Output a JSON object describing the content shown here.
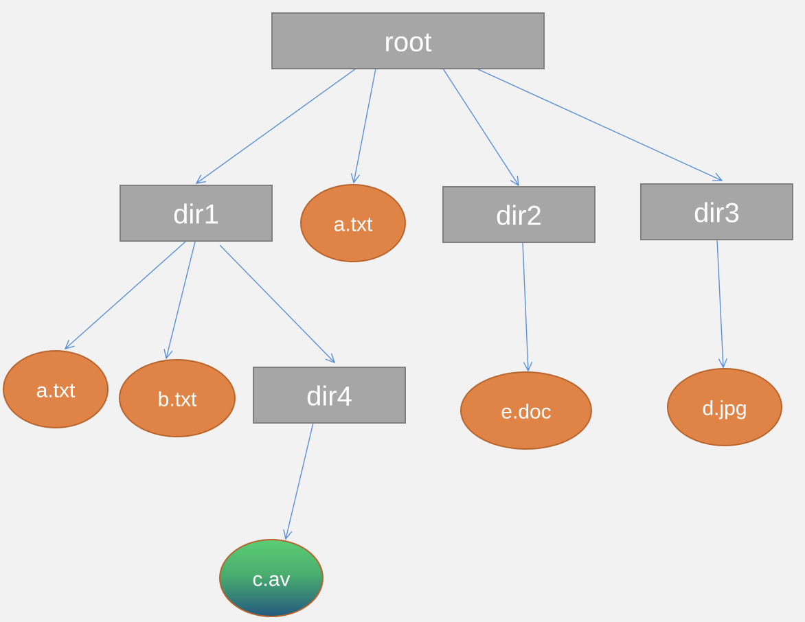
{
  "nodes": {
    "root": {
      "label": "root",
      "kind": "dir"
    },
    "dir1": {
      "label": "dir1",
      "kind": "dir"
    },
    "a_txt_root": {
      "label": "a.txt",
      "kind": "file"
    },
    "dir2": {
      "label": "dir2",
      "kind": "dir"
    },
    "dir3": {
      "label": "dir3",
      "kind": "dir"
    },
    "a_txt_dir1": {
      "label": "a.txt",
      "kind": "file"
    },
    "b_txt": {
      "label": "b.txt",
      "kind": "file"
    },
    "dir4": {
      "label": "dir4",
      "kind": "dir"
    },
    "e_doc": {
      "label": "e.doc",
      "kind": "file"
    },
    "d_jpg": {
      "label": "d.jpg",
      "kind": "file"
    },
    "c_av": {
      "label": "c.av",
      "kind": "file-special"
    }
  },
  "edges": [
    {
      "from": "root",
      "to": "dir1"
    },
    {
      "from": "root",
      "to": "a_txt_root"
    },
    {
      "from": "root",
      "to": "dir2"
    },
    {
      "from": "root",
      "to": "dir3"
    },
    {
      "from": "dir1",
      "to": "a_txt_dir1"
    },
    {
      "from": "dir1",
      "to": "b_txt"
    },
    {
      "from": "dir1",
      "to": "dir4"
    },
    {
      "from": "dir2",
      "to": "e_doc"
    },
    {
      "from": "dir3",
      "to": "d_jpg"
    },
    {
      "from": "dir4",
      "to": "c_av"
    }
  ],
  "colors": {
    "background": "#f2f2f2",
    "dir_fill": "#a6a6a6",
    "file_fill": "#df8446",
    "special_gradient_top": "#5ccd75",
    "special_gradient_bottom": "#245a80",
    "edge": "#5b8fd6",
    "text": "#ffffff"
  }
}
